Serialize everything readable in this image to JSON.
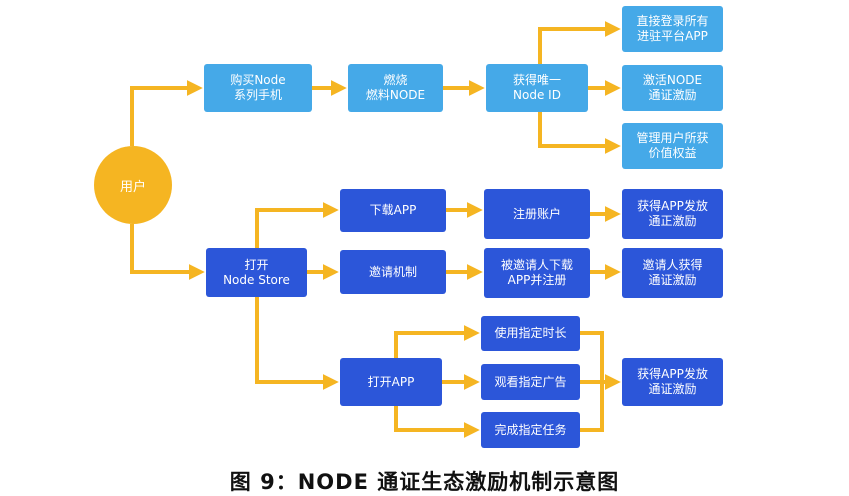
{
  "nodes": {
    "user": "用户",
    "buy_phone": "购买Node\n系列手机",
    "burn_fuel": "燃烧\n燃料NODE",
    "get_node_id": "获得唯一\nNode ID",
    "login_apps": "直接登录所有\n进驻平台APP",
    "activate_node": "激活NODE\n通证激励",
    "manage_value": "管理用户所获\n价值权益",
    "open_store": "打开\nNode Store",
    "download_app": "下载APP",
    "register_account": "注册账户",
    "app_reward_1": "获得APP发放\n通正激励",
    "invite_mechanism": "邀请机制",
    "invitee_register": "被邀请人下载\nAPP并注册",
    "inviter_reward": "邀请人获得\n通证激励",
    "open_app": "打开APP",
    "use_duration": "使用指定时长",
    "watch_ads": "观看指定广告",
    "complete_tasks": "完成指定任务",
    "app_reward_2": "获得APP发放\n通证激励"
  },
  "caption": "图 9：NODE 通证生态激励机制示意图",
  "colors": {
    "arrow": "#f5b522",
    "light_box": "#45a9e8",
    "dark_box": "#2c56d9",
    "user_circle": "#f5b522"
  }
}
